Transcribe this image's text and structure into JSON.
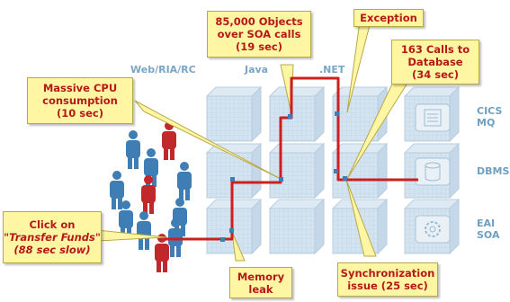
{
  "colors": {
    "callout_bg": "#fff6a3",
    "callout_text": "#b71818",
    "path": "#cc1f1f",
    "cube": "#c9dbea",
    "user_blue": "#3f7db5",
    "user_red": "#c0282b",
    "column_header": "#7aa6c6"
  },
  "columns": [
    "Web/RIA/RC",
    "Java",
    ".NET"
  ],
  "backends": [
    {
      "line1": "CICS",
      "line2": "MQ",
      "icon": "document-icon"
    },
    {
      "line1": "DBMS",
      "line2": "",
      "icon": "database-icon"
    },
    {
      "line1": "EAI",
      "line2": "SOA",
      "icon": "gear-icon"
    }
  ],
  "callouts": {
    "objects": [
      "85,000 Objects",
      "over SOA calls",
      "(19 sec)"
    ],
    "exception": [
      "Exception"
    ],
    "db_calls": [
      "163 Calls to",
      "Database",
      "(34 sec)"
    ],
    "cpu": [
      "Massive CPU",
      "consumption",
      "(10 sec)"
    ],
    "click": [
      "Click on",
      "\"Transfer Funds\"",
      "(88 sec slow)"
    ],
    "memory": [
      "Memory",
      "leak"
    ],
    "sync": [
      "Synchronization",
      "issue (25 sec)"
    ]
  }
}
